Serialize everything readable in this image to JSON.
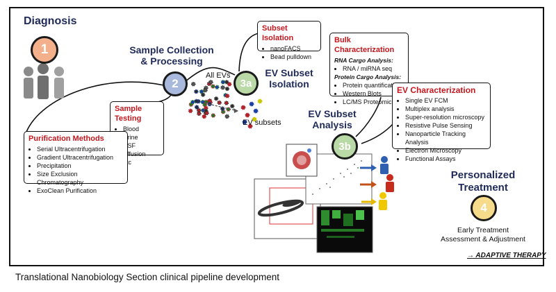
{
  "diagnosis": {
    "label": "Diagnosis",
    "step": "1"
  },
  "sample_collection": {
    "label_line1": "Sample Collection",
    "label_line2": "& Processing",
    "step": "2"
  },
  "ev_labels": {
    "all_evs": "All EVs",
    "ev_subsets": "EV subsets"
  },
  "subset_isolation": {
    "label_line1": "EV Subset",
    "label_line2": "Isolation",
    "step": "3a",
    "box_title": "Subset Isolation",
    "items": [
      "nanoFACS",
      "Bead pulldown"
    ]
  },
  "subset_analysis": {
    "label_line1": "EV Subset",
    "label_line2": "Analysis",
    "step": "3b"
  },
  "bulk": {
    "title": "Bulk Characterization",
    "rna_heading": "RNA Cargo Analysis:",
    "rna_items": [
      "RNA / miRNA seq"
    ],
    "protein_heading": "Protein Cargo Analysis:",
    "protein_items": [
      "Protein quantification",
      "Western Blots",
      "LC/MS Proteomics"
    ]
  },
  "ev_char": {
    "title": "EV Characterization",
    "items": [
      "Single EV FCM",
      "Multiplex analysis",
      "Super-resolution microscopy",
      "Resistive Pulse Sensing",
      "Nanoparticle Tracking Analysis",
      "Electron Microscopy",
      "Functional Assays"
    ]
  },
  "sample_testing": {
    "title": "Sample Testing",
    "items": [
      "Blood",
      "Urine",
      "CSF",
      "Effusion",
      "etc"
    ]
  },
  "purification": {
    "title": "Purification Methods",
    "items": [
      "Serial Ultracentrifugation",
      "Gradient Ultracentrifugation",
      "Precipitation",
      "Size Exclusion Chromatography",
      "ExoClean Purification"
    ]
  },
  "personalized": {
    "label_line1": "Personalized",
    "label_line2": "Treatment",
    "step": "4",
    "assess_line1": "Early Treatment",
    "assess_line2": "Assessment & Adjustment",
    "adaptive": "→ ADAPTIVE THERAPY"
  },
  "caption": "Translational Nanobiology Section clinical pipeline development",
  "colors": {
    "step1": "#f3b08b",
    "step2": "#a9b8dd",
    "step3": "#b9d9a6",
    "step4": "#f6dc8a",
    "title_red": "#c4161c",
    "navy": "#1f2a5a"
  }
}
